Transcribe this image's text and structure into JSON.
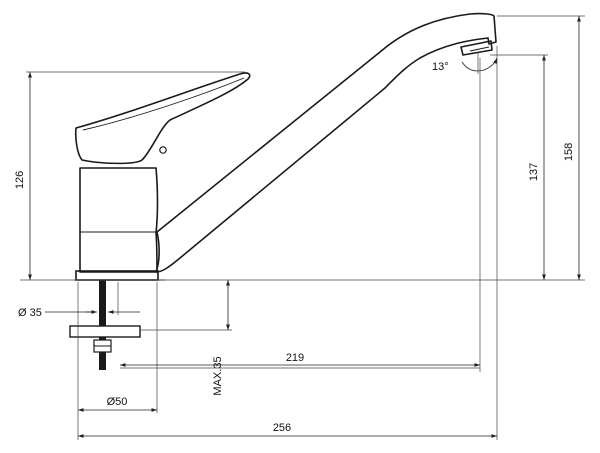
{
  "dimensions": {
    "mount_hole_diameter": "Ø 35",
    "base_diameter": "Ø50",
    "max_counter_thickness": "MAX.35",
    "spout_reach_from_axis": "219",
    "overall_length": "256",
    "lever_height": "126",
    "outlet_clearance_height": "137",
    "overall_height": "158",
    "outlet_tilt_angle": "13°"
  }
}
